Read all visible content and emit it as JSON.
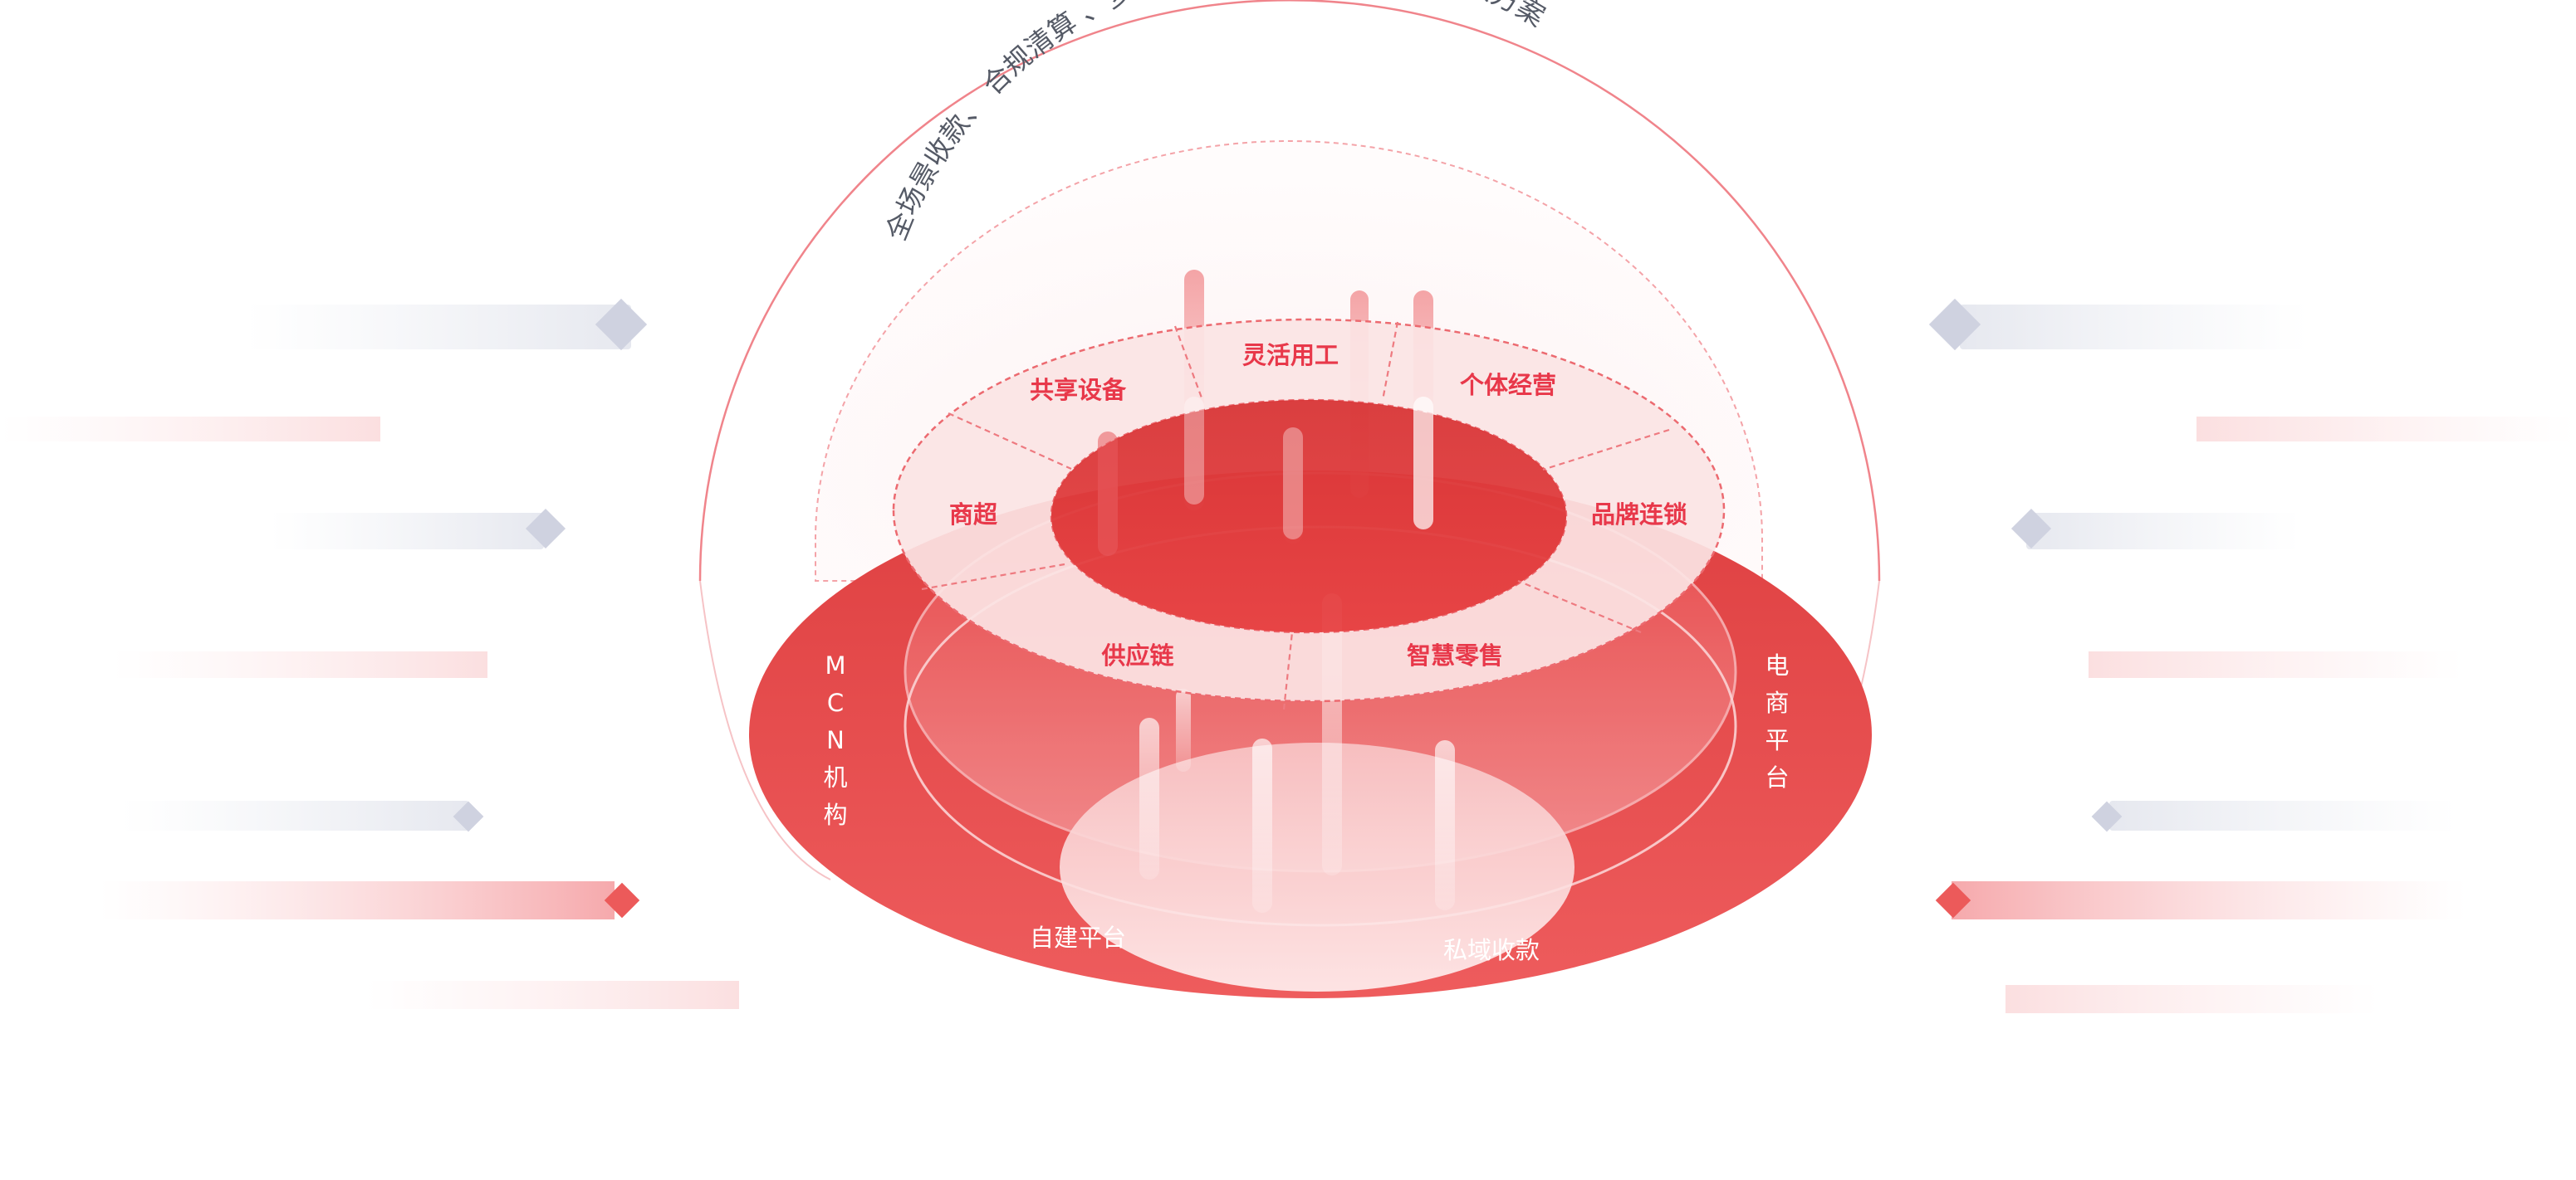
{
  "arc_text": "全场景收款、  合规清算  、多方分账  、资金托管等全套解决方案",
  "ring_segments": {
    "share_device": "共享设备",
    "flex_work": "灵活用工",
    "individual_business": "个体经营",
    "supermarket": "商超",
    "brand_chain": "品牌连锁",
    "supply_chain": "供应链",
    "smart_retail": "智慧零售"
  },
  "base_labels": {
    "mcn": [
      "M",
      "C",
      "N",
      "机",
      "构"
    ],
    "ecommerce": [
      "电",
      "商",
      "平",
      "台"
    ],
    "self_built": "自建平台",
    "private_domain": "私域收款"
  },
  "colors": {
    "brand_red": "#e84a4a",
    "deep_red": "#d93838",
    "label_red": "#e8384a",
    "diamond_gray": "#cfd2e0",
    "diamond_red": "#ec5a5a"
  }
}
